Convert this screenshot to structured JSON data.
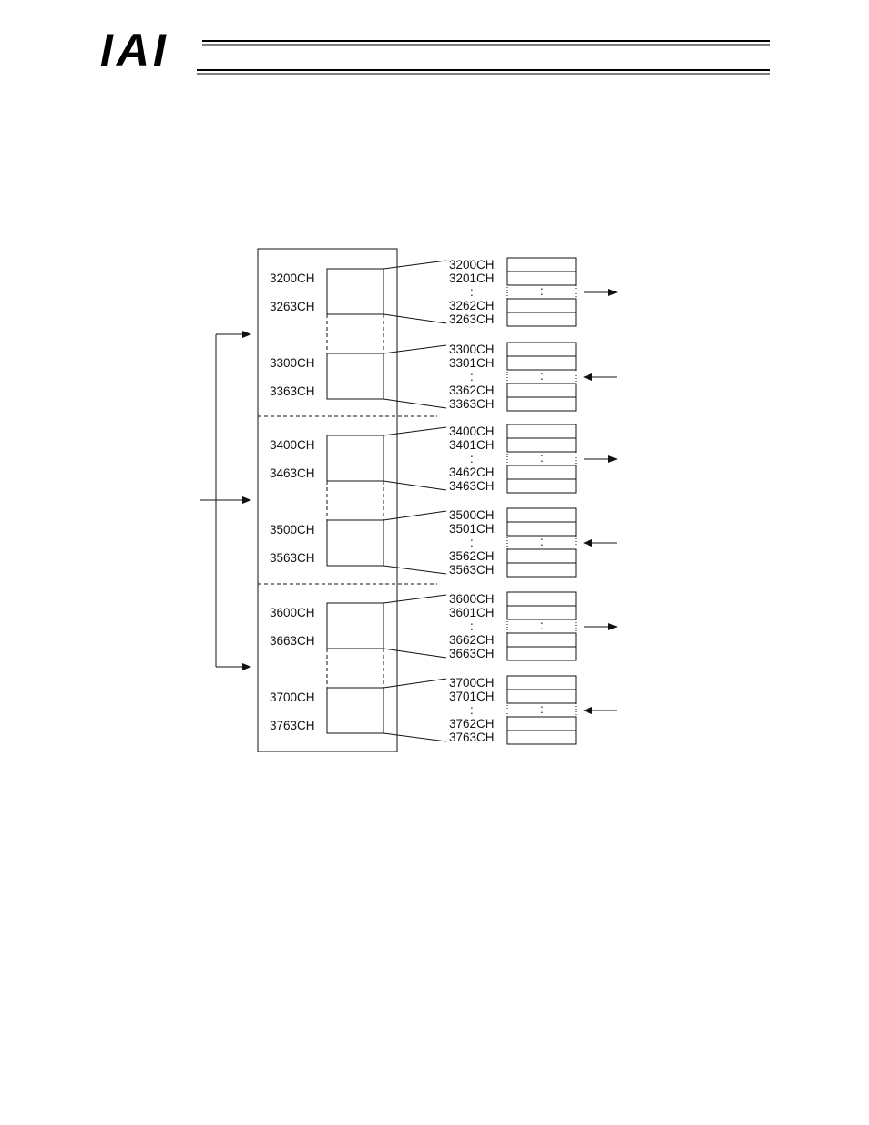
{
  "header": {
    "logo": "IAI"
  },
  "diagram": {
    "left_groups": [
      {
        "first": "3200CH",
        "last": "3263CH"
      },
      {
        "first": "3300CH",
        "last": "3363CH"
      },
      {
        "first": "3400CH",
        "last": "3463CH"
      },
      {
        "first": "3500CH",
        "last": "3563CH"
      },
      {
        "first": "3600CH",
        "last": "3663CH"
      },
      {
        "first": "3700CH",
        "last": "3763CH"
      }
    ],
    "right_groups": [
      {
        "labels": [
          "3200CH",
          "3201CH",
          "3262CH",
          "3263CH"
        ],
        "arrow": "out"
      },
      {
        "labels": [
          "3300CH",
          "3301CH",
          "3362CH",
          "3363CH"
        ],
        "arrow": "in"
      },
      {
        "labels": [
          "3400CH",
          "3401CH",
          "3462CH",
          "3463CH"
        ],
        "arrow": "out"
      },
      {
        "labels": [
          "3500CH",
          "3501CH",
          "3562CH",
          "3563CH"
        ],
        "arrow": "in"
      },
      {
        "labels": [
          "3600CH",
          "3601CH",
          "3662CH",
          "3663CH"
        ],
        "arrow": "out"
      },
      {
        "labels": [
          "3700CH",
          "3701CH",
          "3762CH",
          "3763CH"
        ],
        "arrow": "in"
      }
    ],
    "ellipsis": ":"
  }
}
